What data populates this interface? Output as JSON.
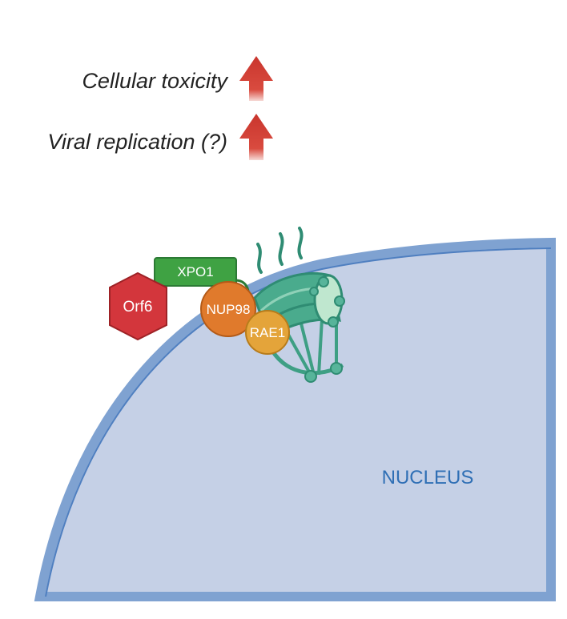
{
  "effects": [
    {
      "label": "Cellular toxicity",
      "arrow": "up-arrow"
    },
    {
      "label": "Viral replication (?)",
      "arrow": "up-arrow"
    }
  ],
  "proteins": {
    "orf6": {
      "label": "Orf6",
      "color": "#d3363c"
    },
    "xpo1": {
      "label": "XPO1",
      "color": "#3fa243"
    },
    "nup98": {
      "label": "NUP98",
      "color": "#e07a2c"
    },
    "rae1": {
      "label": "RAE1",
      "color": "#e4a43a"
    }
  },
  "nucleus": {
    "label": "NUCLEUS",
    "fill": "#c5d0e6",
    "envelope": "#7fa2d1"
  },
  "colors": {
    "arrow": "#c9352d",
    "pore": "#3e9f84"
  }
}
